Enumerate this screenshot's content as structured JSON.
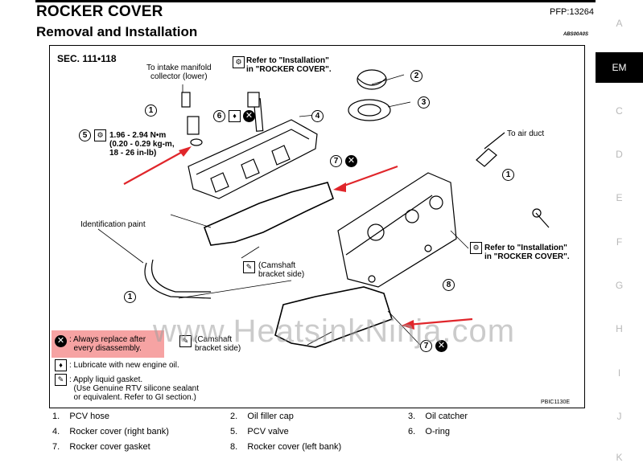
{
  "header": {
    "title": "ROCKER COVER",
    "pfp": "PFP:13264",
    "subtitle": "Removal and Installation",
    "code": "ABS00A0S"
  },
  "sidenav": {
    "items": [
      "A",
      "EM",
      "C",
      "D",
      "E",
      "F",
      "G",
      "H",
      "I",
      "J",
      "K"
    ],
    "active": "EM"
  },
  "diagram": {
    "section": "SEC. 111•118",
    "intake_note": "To intake manifold\ncollector (lower)",
    "refer_top": "Refer to \"Installation\"\nin \"ROCKER COVER\".",
    "torque": "1.96 - 2.94 N•m\n(0.20 - 0.29 kg-m,\n18 - 26 in-lb)",
    "air_duct": "To air duct",
    "identification_paint": "Identification paint",
    "refer_right": "Refer to \"Installation\"\nin \"ROCKER COVER\".",
    "camshaft_1": "(Camshaft\nbracket side)",
    "camshaft_2": "(Camshaft\nbracket side)",
    "figure_code": "PBIC1130E",
    "callouts": [
      "1",
      "2",
      "3",
      "4",
      "5",
      "6",
      "7",
      "8"
    ],
    "legend": {
      "replace": ": Always replace after\n  every disassembly.",
      "lubricate": ": Lubricate with new engine oil.",
      "gasket": ": Apply liquid gasket.\n  (Use Genuine RTV silicone sealant\n  or equivalent. Refer to GI section.)"
    },
    "watermark": "www.HeatsinkNinja.com",
    "colors": {
      "legend_highlight": "#f6a3a3",
      "arrow_red": "#e0262b"
    }
  },
  "parts": [
    {
      "num": "1.",
      "name": "PCV hose"
    },
    {
      "num": "2.",
      "name": "Oil filler cap"
    },
    {
      "num": "3.",
      "name": "Oil catcher"
    },
    {
      "num": "4.",
      "name": "Rocker cover (right bank)"
    },
    {
      "num": "5.",
      "name": "PCV valve"
    },
    {
      "num": "6.",
      "name": "O-ring"
    },
    {
      "num": "7.",
      "name": "Rocker cover gasket"
    },
    {
      "num": "8.",
      "name": "Rocker cover (left bank)"
    }
  ]
}
